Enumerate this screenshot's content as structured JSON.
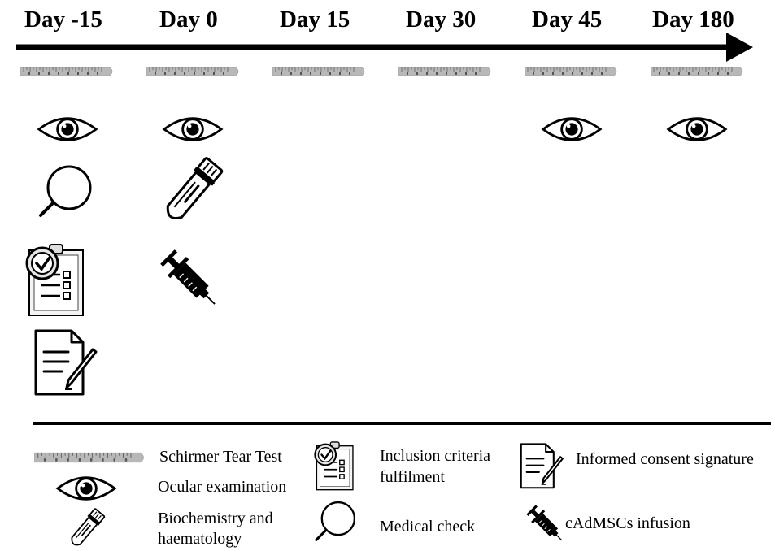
{
  "timeline": {
    "days": [
      {
        "label": "Day -15",
        "icons": [
          "ruler-icon",
          "eye-icon",
          "magnifier-icon",
          "clipboard-icon",
          "document-icon"
        ]
      },
      {
        "label": "Day 0",
        "icons": [
          "ruler-icon",
          "eye-icon",
          "test-tube-icon",
          "syringe-icon"
        ]
      },
      {
        "label": "Day 15",
        "icons": [
          "ruler-icon"
        ]
      },
      {
        "label": "Day 30",
        "icons": [
          "ruler-icon"
        ]
      },
      {
        "label": "Day 45",
        "icons": [
          "ruler-icon",
          "eye-icon"
        ]
      },
      {
        "label": "Day 180",
        "icons": [
          "ruler-icon",
          "eye-icon"
        ]
      }
    ]
  },
  "legend": {
    "schirmer": "Schirmer Tear Test",
    "ocular": "Ocular examination",
    "biochem_line1": "Biochemistry and",
    "biochem_line2": "haematology",
    "inclusion_line1": "Inclusion criteria",
    "inclusion_line2": "fulfilment",
    "medical": "Medical check",
    "consent": "Informed consent signature",
    "infusion": "cAdMSCs infusion"
  }
}
